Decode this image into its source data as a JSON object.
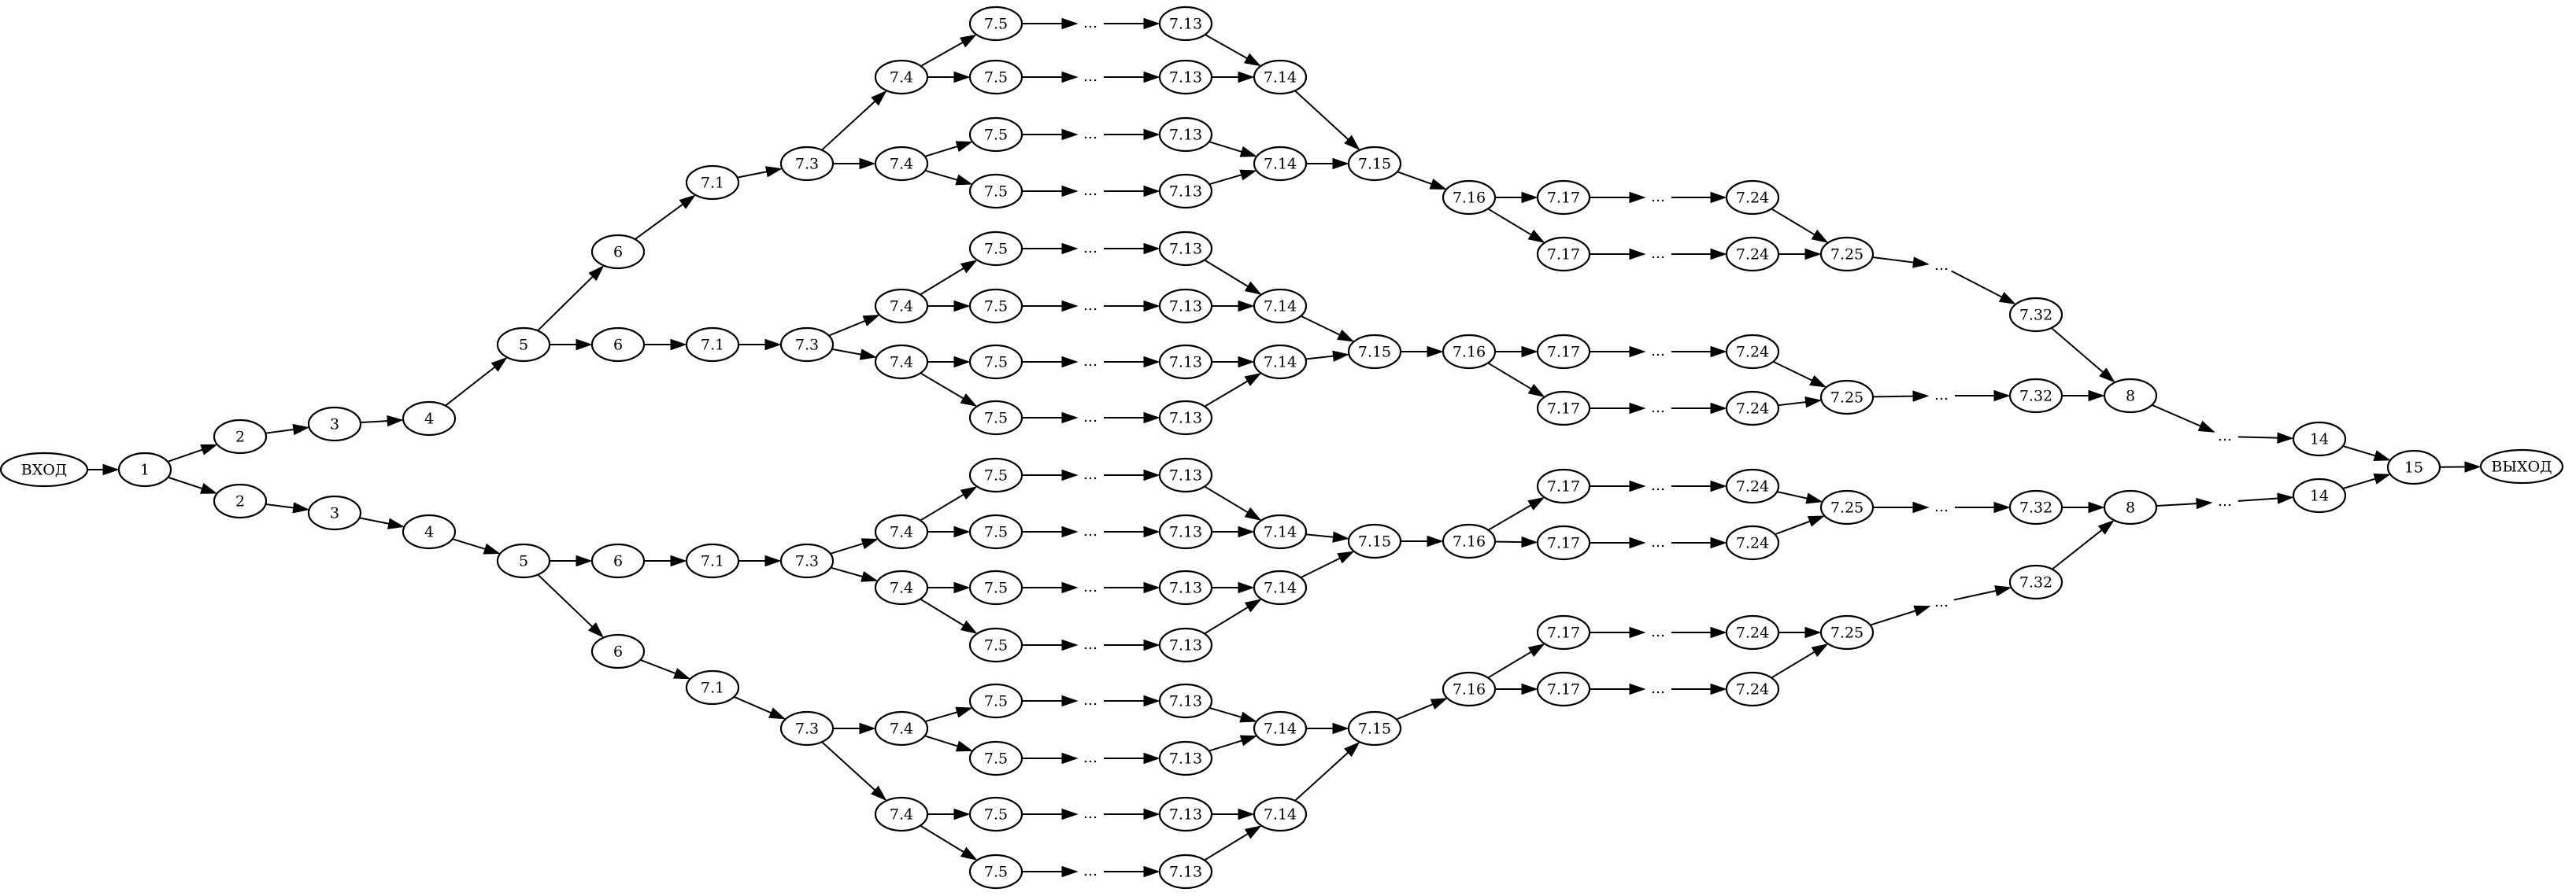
{
  "diagram": {
    "entry_label": "ВХОД",
    "exit_label": "ВЫХОД",
    "ellipsis_label": "...",
    "nodes": {
      "n_in": "ВХОД",
      "n_1": "1",
      "n_2a": "2",
      "n_2b": "2",
      "n_3a": "3",
      "n_3b": "3",
      "n_4a": "4",
      "n_4b": "4",
      "n_5a": "5",
      "n_5b": "5",
      "n_6A": "6",
      "n_6B": "6",
      "n_6C": "6",
      "n_6D": "6",
      "n_71A": "7.1",
      "n_71B": "7.1",
      "n_71C": "7.1",
      "n_71D": "7.1",
      "n_73A": "7.3",
      "n_73B": "7.3",
      "n_73C": "7.3",
      "n_73D": "7.3",
      "n_74A1": "7.4",
      "n_74A2": "7.4",
      "n_74B1": "7.4",
      "n_74B2": "7.4",
      "n_74C1": "7.4",
      "n_74C2": "7.4",
      "n_74D1": "7.4",
      "n_74D2": "7.4",
      "n_75r1": "7.5",
      "n_75r2": "7.5",
      "n_75r3": "7.5",
      "n_75r4": "7.5",
      "n_75r5": "7.5",
      "n_75r6": "7.5",
      "n_75r7": "7.5",
      "n_75r8": "7.5",
      "n_75r9": "7.5",
      "n_75r10": "7.5",
      "n_75r11": "7.5",
      "n_75r12": "7.5",
      "n_75r13": "7.5",
      "n_75r14": "7.5",
      "n_75r15": "7.5",
      "n_75r16": "7.5",
      "n_713r1": "7.13",
      "n_713r2": "7.13",
      "n_713r3": "7.13",
      "n_713r4": "7.13",
      "n_713r5": "7.13",
      "n_713r6": "7.13",
      "n_713r7": "7.13",
      "n_713r8": "7.13",
      "n_713r9": "7.13",
      "n_713r10": "7.13",
      "n_713r11": "7.13",
      "n_713r12": "7.13",
      "n_713r13": "7.13",
      "n_713r14": "7.13",
      "n_713r15": "7.13",
      "n_713r16": "7.13",
      "n_714A1": "7.14",
      "n_714A2": "7.14",
      "n_714B1": "7.14",
      "n_714B2": "7.14",
      "n_714C1": "7.14",
      "n_714C2": "7.14",
      "n_714D1": "7.14",
      "n_714D2": "7.14",
      "n_715A": "7.15",
      "n_715B": "7.15",
      "n_715C": "7.15",
      "n_715D": "7.15",
      "n_716A": "7.16",
      "n_716B": "7.16",
      "n_716C": "7.16",
      "n_716D": "7.16",
      "n_717A1": "7.17",
      "n_717A2": "7.17",
      "n_717B1": "7.17",
      "n_717B2": "7.17",
      "n_717C1": "7.17",
      "n_717C2": "7.17",
      "n_717D1": "7.17",
      "n_717D2": "7.17",
      "n_724A1": "7.24",
      "n_724A2": "7.24",
      "n_724B1": "7.24",
      "n_724B2": "7.24",
      "n_724C1": "7.24",
      "n_724C2": "7.24",
      "n_724D1": "7.24",
      "n_724D2": "7.24",
      "n_725A": "7.25",
      "n_725B": "7.25",
      "n_725C": "7.25",
      "n_725D": "7.25",
      "n_732A": "7.32",
      "n_732B": "7.32",
      "n_732C": "7.32",
      "n_732D": "7.32",
      "n_8a": "8",
      "n_8b": "8",
      "n_14a": "14",
      "n_14b": "14",
      "n_15": "15",
      "n_out": "ВЫХОД"
    }
  }
}
